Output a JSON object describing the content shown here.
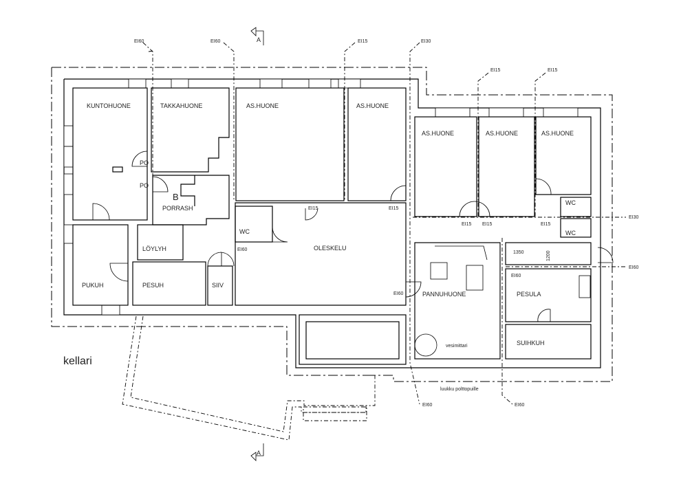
{
  "floor_name": "kellari",
  "section_marker": "A",
  "rooms": {
    "kuntohuone": "KUNTOHUONE",
    "takkahuone": "TAKKAHUONE",
    "as_huone_1": "AS.HUONE",
    "as_huone_2": "AS.HUONE",
    "as_huone_3": "AS.HUONE",
    "as_huone_4": "AS.HUONE",
    "as_huone_5": "AS.HUONE",
    "porrash": "PORRASH",
    "stair_letter": "B",
    "wc_left": "WC",
    "wc_right_top": "WC",
    "wc_right_bottom": "WC",
    "oleskelu": "OLESKELU",
    "pukuh": "PUKUH",
    "loylyh": "LÖYLYH",
    "pesuh": "PESUH",
    "siiv": "SIIV",
    "pannuhuone": "PANNUHUONE",
    "pesula": "PESULA",
    "suihkuh": "SUIHKUH"
  },
  "door_labels": {
    "po_1": "PO",
    "po_2": "PO"
  },
  "fire_ratings": {
    "top_1": "EI60",
    "top_2": "EI60",
    "top_3": "EI15",
    "top_4": "EI30",
    "top_5": "EI15",
    "top_6": "EI15",
    "right_1": "EI30",
    "right_2": "EI60",
    "bottom_1": "EI60",
    "bottom_2": "EI60",
    "door_1": "EI15",
    "door_2": "EI15",
    "door_3": "EI15",
    "door_4": "EI15",
    "door_5": "EI15",
    "door_6": "EI60",
    "door_7": "EI60",
    "door_8": "EI60"
  },
  "annotations": {
    "vesimittari": "vesimittari",
    "luukku": "luukku polttopuille",
    "dim_1350": "1350",
    "dim_1200": "1200"
  }
}
